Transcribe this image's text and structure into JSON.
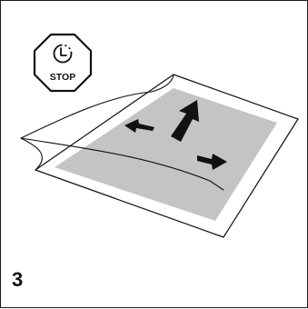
{
  "panel": {
    "step_number": "3"
  },
  "stop_sign": {
    "label": "STOP",
    "icon": "clock-icon"
  },
  "sheet": {
    "overlay_icon": "laminate-film",
    "arrows": [
      "arrow-up-large",
      "arrow-left-small",
      "arrow-down-right-small"
    ]
  },
  "colors": {
    "stroke": "#111111",
    "print_area": "#c4c4c4",
    "background": "#ffffff"
  }
}
